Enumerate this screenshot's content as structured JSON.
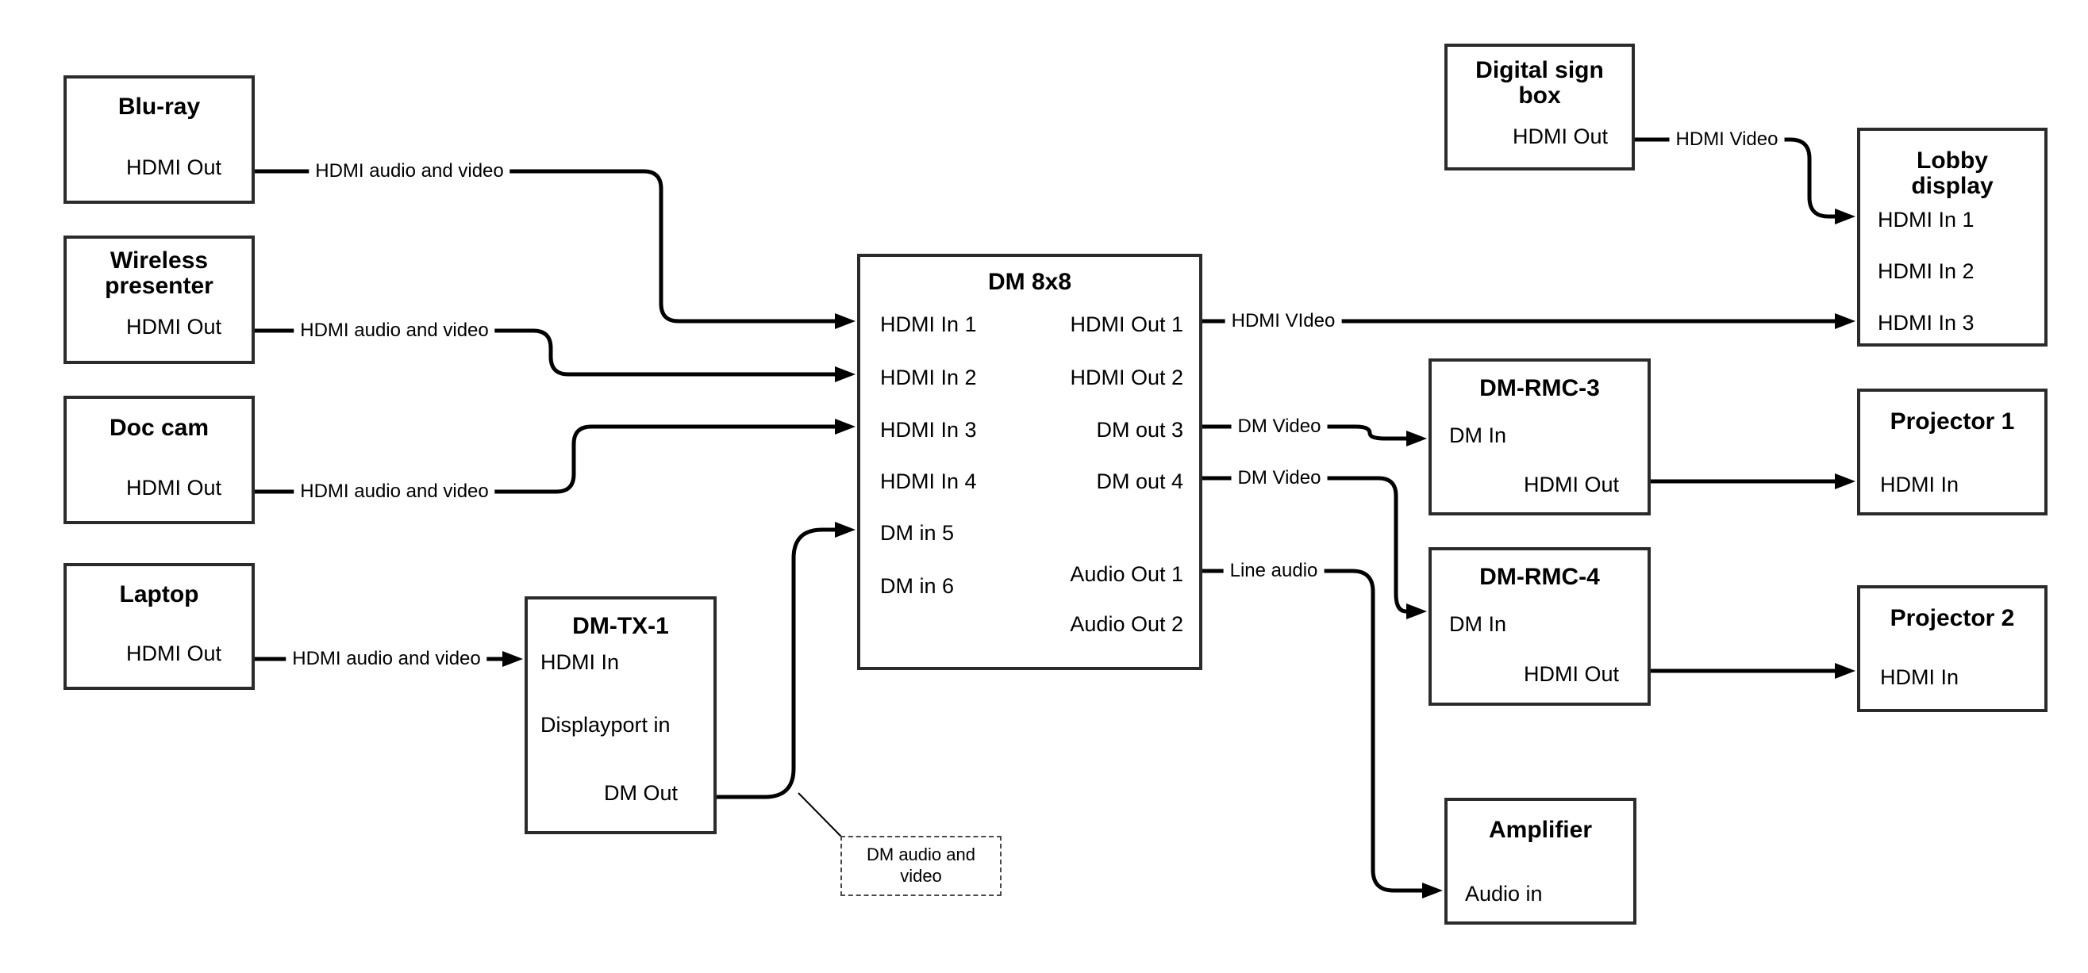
{
  "boxes": {
    "blu_ray": {
      "title": "Blu-ray",
      "ports": {
        "out": "HDMI Out"
      }
    },
    "wireless_presenter": {
      "title_line1": "Wireless",
      "title_line2": "presenter",
      "ports": {
        "out": "HDMI Out"
      }
    },
    "doc_cam": {
      "title": "Doc cam",
      "ports": {
        "out": "HDMI Out"
      }
    },
    "laptop": {
      "title": "Laptop",
      "ports": {
        "out": "HDMI Out"
      }
    },
    "dm_tx_1": {
      "title": "DM-TX-1",
      "ports": {
        "hdmi_in": "HDMI In",
        "displayport_in": "Displayport in",
        "dm_out": "DM Out"
      }
    },
    "dm_8x8": {
      "title": "DM 8x8",
      "left_ports": [
        "HDMI In 1",
        "HDMI In 2",
        "HDMI In 3",
        "HDMI In 4",
        "DM in 5",
        "DM in 6"
      ],
      "right_ports": [
        "HDMI Out 1",
        "HDMI Out 2",
        "DM out 3",
        "DM out 4",
        "Audio Out 1",
        "Audio Out 2"
      ]
    },
    "digital_sign_box": {
      "title_line1": "Digital sign",
      "title_line2": "box",
      "ports": {
        "out": "HDMI Out"
      }
    },
    "lobby_display": {
      "title_line1": "Lobby",
      "title_line2": "display",
      "ports": [
        "HDMI In 1",
        "HDMI In 2",
        "HDMI In 3"
      ]
    },
    "dm_rmc_3": {
      "title": "DM-RMC-3",
      "ports": {
        "in": "DM In",
        "out": "HDMI Out"
      }
    },
    "projector_1": {
      "title": "Projector 1",
      "ports": {
        "in": "HDMI In"
      }
    },
    "dm_rmc_4": {
      "title": "DM-RMC-4",
      "ports": {
        "in": "DM In",
        "out": "HDMI Out"
      }
    },
    "projector_2": {
      "title": "Projector 2",
      "ports": {
        "in": "HDMI In"
      }
    },
    "amplifier": {
      "title": "Amplifier",
      "ports": {
        "in": "Audio in"
      }
    }
  },
  "wire_labels": {
    "blu_ray_feed": "HDMI audio and video",
    "wireless_feed": "HDMI audio and video",
    "doc_cam_feed": "HDMI audio and video",
    "laptop_feed": "HDMI audio and video",
    "hdmi_out_1_feed": "HDMI VIdeo",
    "dm_out_3_feed": "DM Video",
    "dm_out_4_feed": "DM Video",
    "audio_out_1_feed": "Line audio",
    "digital_sign_feed": "HDMI Video"
  },
  "note": {
    "line1": "DM audio and",
    "line2": "video"
  },
  "colors": {
    "wire": "#000000",
    "box_border": "#2b2b2b",
    "background": "#ffffff"
  }
}
